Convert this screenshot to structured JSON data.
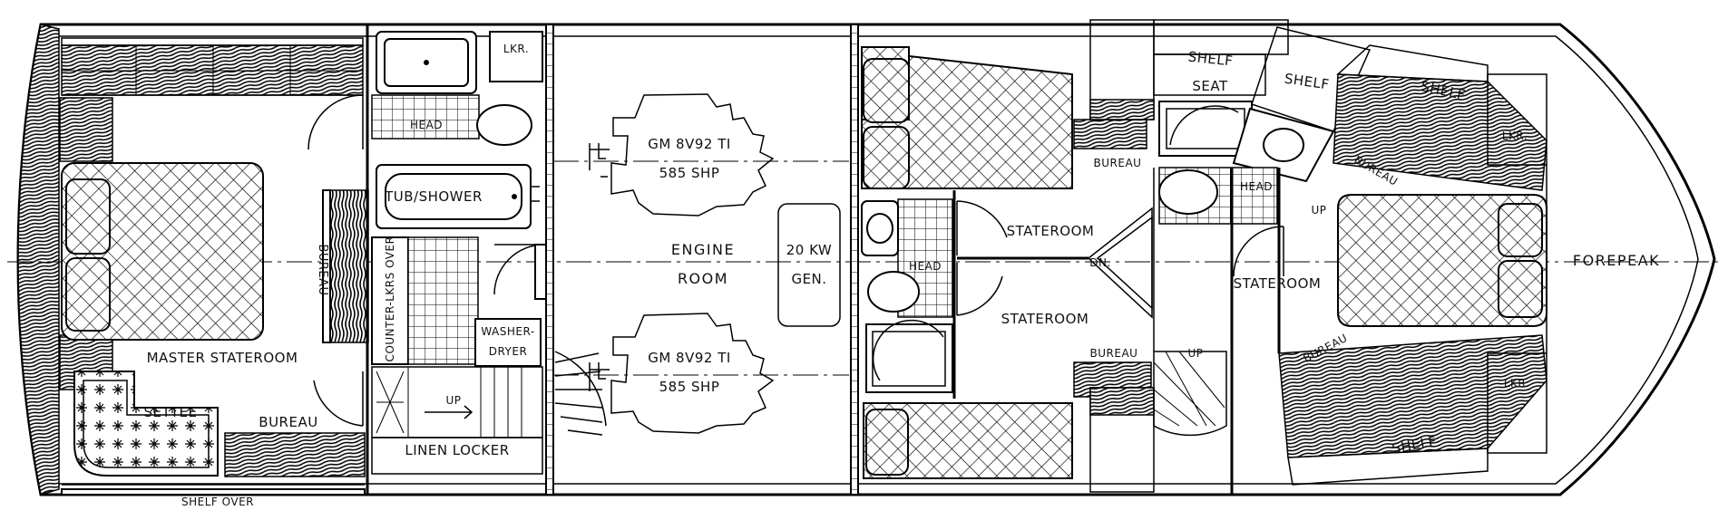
{
  "labels": {
    "lkr_aft": "LKR.",
    "head_aft": "HEAD",
    "tub_shower": "TUB/SHOWER",
    "bureau_master": "BUREAU",
    "counter_lkrs": "COUNTER-LKRS OVER",
    "washer": "WASHER-",
    "dryer": "DRYER",
    "master_stateroom": "MASTER STATEROOM",
    "settee": "SETTEE",
    "bureau_settee": "BUREAU",
    "linen_locker": "LINEN LOCKER",
    "shelf_over": "SHELF OVER",
    "up_aft": "UP",
    "engine_upper_1": "GM 8V92 TI",
    "engine_upper_2": "585 SHP",
    "engine_room_1": "ENGINE",
    "engine_room_2": "ROOM",
    "gen_1": "20 KW",
    "gen_2": "GEN.",
    "engine_lower_1": "GM 8V92 TI",
    "engine_lower_2": "585 SHP",
    "bureau_fwd_upper": "BUREAU",
    "head_mid": "HEAD",
    "stateroom_upper": "STATEROOM",
    "stateroom_lower": "STATEROOM",
    "dn": "DN.",
    "bureau_fwd_lower": "BUREAU",
    "up_mid": "UP",
    "shelf_1": "SHELF",
    "seat": "SEAT",
    "shelf_2": "SHELF",
    "shelf_3": "SHELF",
    "head_fwd": "HEAD",
    "bureau_bow_upper": "BUREAU",
    "up_fwd": "UP",
    "stateroom_fwd": "STATEROOM",
    "lkr_fwd_upper": "LKR.",
    "forepeak": "FOREPEAK",
    "bureau_bow_lower": "BUREAU",
    "lkr_fwd_lower": "LKR.",
    "shelf_bottom": "SHELF"
  }
}
